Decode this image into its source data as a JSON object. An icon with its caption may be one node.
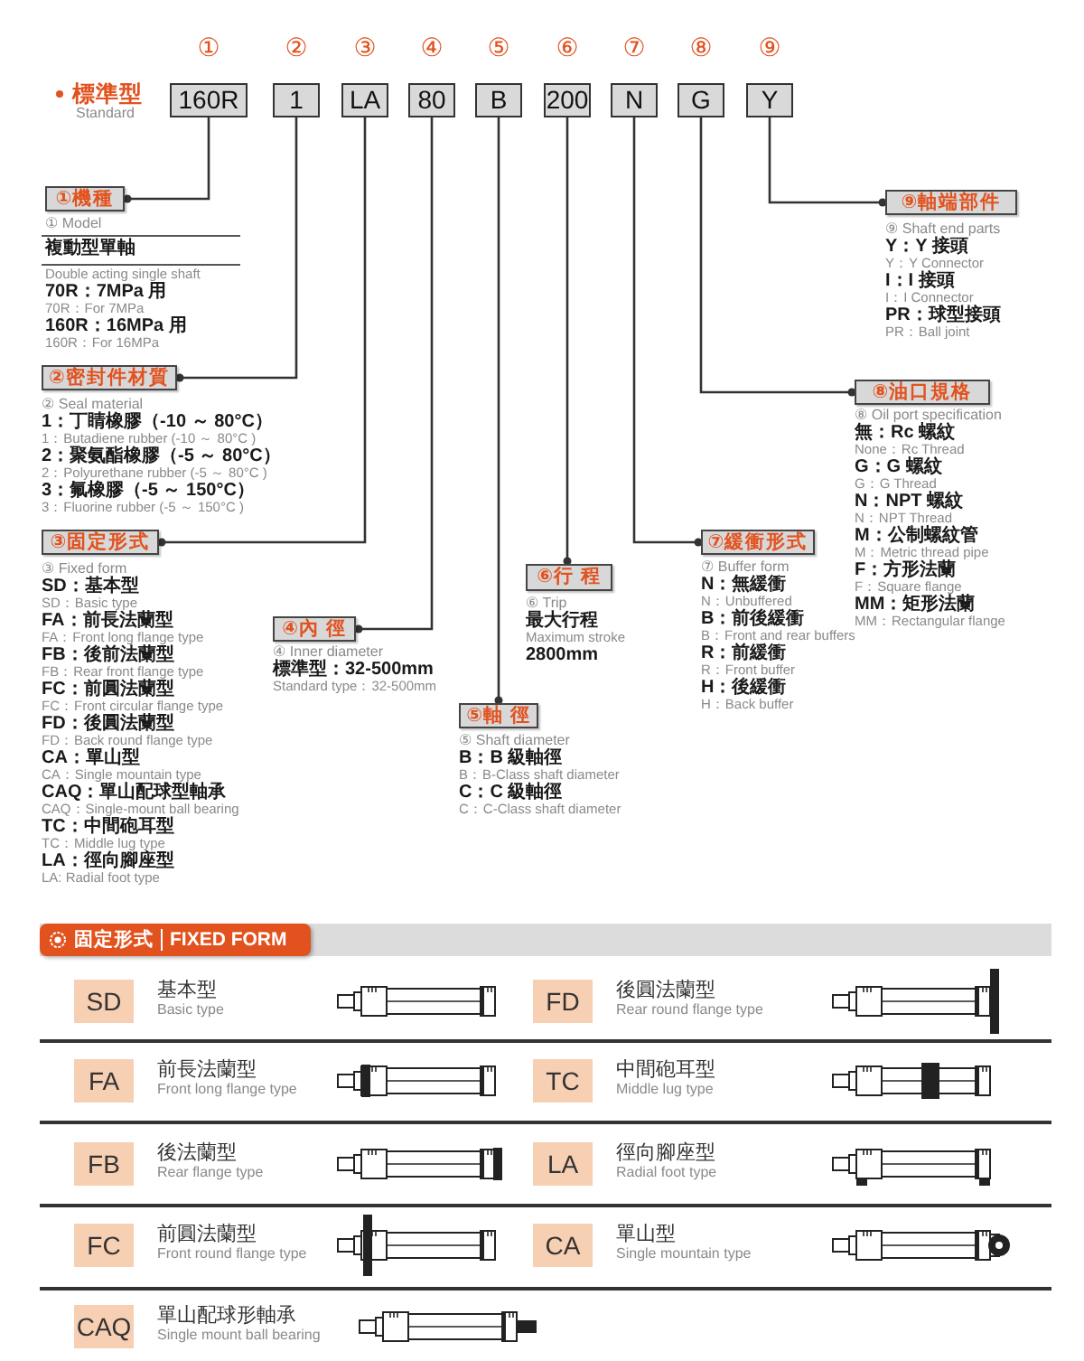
{
  "diagram": {
    "nodes": [
      {
        "text": [
          "160R"
        ],
        "beside": [
          "①"
        ]
      },
      {
        "text": [
          "1"
        ],
        "beside": [
          "②"
        ]
      },
      {
        "text": [
          "LA"
        ],
        "beside": [
          "③"
        ]
      },
      {
        "text": [
          "80"
        ],
        "beside": [
          "④"
        ]
      },
      {
        "text": [
          "B"
        ],
        "beside": [
          "⑤"
        ]
      },
      {
        "text": [
          "200"
        ],
        "beside": [
          "⑥"
        ]
      },
      {
        "text": [
          "N"
        ],
        "beside": [
          "⑦"
        ]
      },
      {
        "text": [
          "G"
        ],
        "beside": [
          "⑧"
        ]
      },
      {
        "text": [
          "Y"
        ],
        "beside": [
          "⑨"
        ]
      },
      {
        "text": [
          "①機種"
        ],
        "beside": [
          "① Model",
          "複動型單軸",
          "Double acting single shaft",
          "70R：7MPa 用",
          "70R：For 7MPa",
          "160R：16MPa 用",
          "160R：For 16MPa"
        ]
      },
      {
        "text": [
          "②密封件材質"
        ],
        "beside": [
          "② Seal material",
          "1：丁睛橡膠（-10 ～ 80°C）",
          "1：Butadiene rubber (-10 ～ 80°C )",
          "2：聚氨酯橡膠（-5 ～ 80°C）",
          "2：Polyurethane rubber (-5 ～ 80°C )",
          "3：氟橡膠（-5 ～ 150°C）",
          "3：Fluorine rubber (-5 ～ 150°C )"
        ]
      },
      {
        "text": [
          "③固定形式"
        ],
        "beside": [
          "③ Fixed form",
          "SD：基本型",
          "SD：Basic type",
          "FA：前長法蘭型",
          "FA：Front long flange type",
          "FB：後前法蘭型",
          "FB：Rear front flange type",
          "FC：前圓法蘭型",
          "FC：Front circular flange type",
          "FD：後圓法蘭型",
          "FD：Back round flange type",
          "CA：單山型",
          "CA：Single mountain type",
          "CAQ：單山配球型軸承",
          "CAQ：Single-mount ball bearing",
          "TC：中間砲耳型",
          "TC：Middle lug type",
          "LA：徑向腳座型",
          "LA: Radial foot type"
        ]
      },
      {
        "text": [
          "④內 徑"
        ],
        "beside": [
          "④ Inner diameter",
          "標準型：32-500mm",
          "Standard type：32-500mm"
        ]
      },
      {
        "text": [
          "⑤軸 徑"
        ],
        "beside": [
          "⑤ Shaft diameter",
          "B：B 級軸徑",
          "B：B-Class shaft diameter",
          "C：C 級軸徑",
          "C：C-Class shaft diameter"
        ]
      },
      {
        "text": [
          "⑥行 程"
        ],
        "beside": [
          "⑥ Trip",
          "最大行程",
          "Maximum stroke",
          "2800mm"
        ]
      },
      {
        "text": [
          "⑦緩衝形式"
        ],
        "beside": [
          "⑦ Buffer form",
          "N：無緩衝",
          "N：Unbuffered",
          "B：前後緩衝",
          "B：Front and rear buffers",
          "R：前緩衝",
          "R：Front buffer",
          "H：後緩衝",
          "H：Back buffer"
        ]
      },
      {
        "text": [
          "⑧油口規格"
        ],
        "beside": [
          "⑧ Oil port specification",
          "無：Rc 螺紋",
          "None：Rc Thread",
          "G：G 螺紋",
          "G：G Thread",
          "N：NPT 螺紋",
          "N：NPT Thread",
          "M：公制螺紋管",
          "M：Metric thread pipe",
          "F：方形法蘭",
          "F：Square flange",
          "MM：矩形法蘭",
          "MM：Rectangular flange"
        ]
      },
      {
        "text": [
          "⑨軸端部件"
        ],
        "beside": [
          "⑨ Shaft end parts",
          "Y：Y 接頭",
          "Y：Y Connector",
          "I：I 接頭",
          "I：I Connector",
          "PR：球型接頭",
          "PR：Ball joint"
        ]
      },
      {
        "text": [
          "固定形式",
          "FIXED FORM"
        ]
      },
      {
        "text": [
          "SD"
        ],
        "beside": [
          "基本型",
          "Basic type"
        ]
      },
      {
        "text": [
          "FD"
        ],
        "beside": [
          "後圓法蘭型",
          "Rear round flange type"
        ]
      },
      {
        "text": [
          "FA"
        ],
        "beside": [
          "前長法蘭型",
          "Front long flange type"
        ]
      },
      {
        "text": [
          "TC"
        ],
        "beside": [
          "中間砲耳型",
          "Middle lug type"
        ]
      },
      {
        "text": [
          "FB"
        ],
        "beside": [
          "後法蘭型",
          "Rear flange type"
        ]
      },
      {
        "text": [
          "LA"
        ],
        "beside": [
          "徑向腳座型",
          "Radial foot type"
        ]
      },
      {
        "text": [
          "FC"
        ],
        "beside": [
          "前圓法蘭型",
          "Front round flange type"
        ]
      },
      {
        "text": [
          "CA"
        ],
        "beside": [
          "單山型",
          "Single mountain type"
        ]
      },
      {
        "text": [
          "CAQ"
        ],
        "beside": [
          "單山配球形軸承",
          "Single mount ball bearing"
        ]
      }
    ],
    "edges": [
      {
        "from": 0,
        "to": 9,
        "arrow": "other"
      },
      {
        "from": 1,
        "to": 10,
        "arrow": "other"
      },
      {
        "from": 2,
        "to": 11,
        "arrow": "other"
      },
      {
        "from": 3,
        "to": 12,
        "arrow": "other"
      },
      {
        "from": 4,
        "to": 13,
        "arrow": "other"
      },
      {
        "from": 5,
        "to": 14,
        "arrow": "other"
      },
      {
        "from": 6,
        "to": 15,
        "arrow": "other"
      },
      {
        "from": 7,
        "to": 16,
        "arrow": "other"
      },
      {
        "from": 8,
        "to": 17,
        "arrow": "other"
      }
    ],
    "labels": [
      "標準型",
      "Standard"
    ]
  }
}
